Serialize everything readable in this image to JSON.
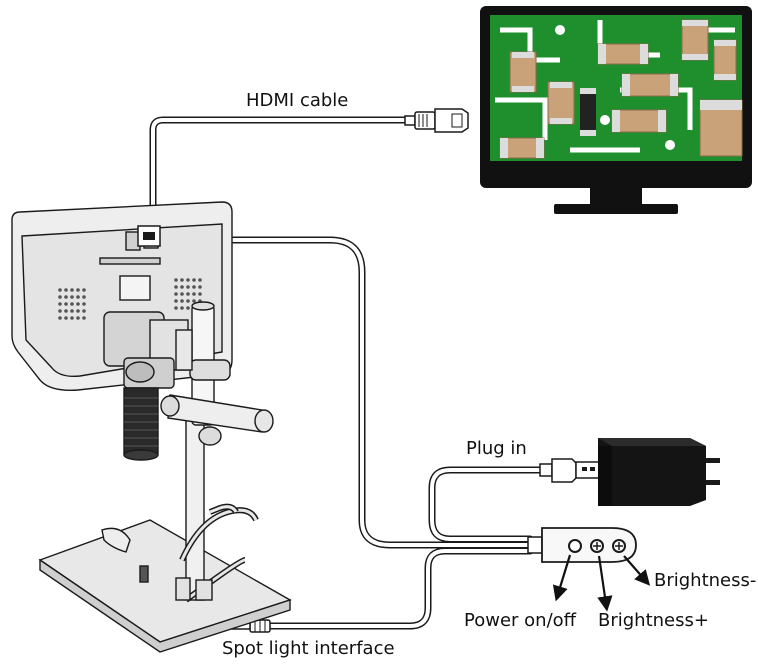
{
  "labels": {
    "hdmi": "HDMI cable",
    "plug": "Plug in",
    "brightness_minus": "Brightness-",
    "power": "Power on/off",
    "brightness_plus": "Brightness+",
    "spot": "Spot light interface"
  },
  "colors": {
    "line": "#1a1a1a",
    "cable": "#ffffff",
    "monitor_frame": "#111111",
    "pcb": "#1f8f2e",
    "adapter": "#141414",
    "device_body": "#e6e6e6",
    "camera": "#2a2a2a"
  }
}
